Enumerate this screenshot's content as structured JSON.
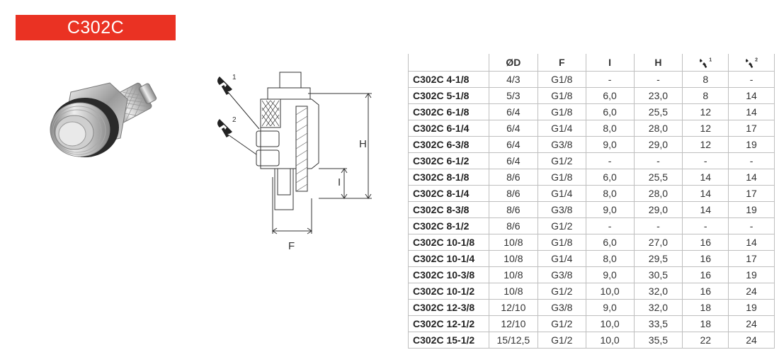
{
  "header": {
    "title": "C302C"
  },
  "drawing": {
    "label_h": "H",
    "label_i": "I",
    "label_f": "F",
    "wrench1_num": "1",
    "wrench2_num": "2"
  },
  "table": {
    "headers": [
      "ØD",
      "F",
      "I",
      "H",
      "1",
      "2"
    ],
    "rows": [
      [
        "C302C 4-1/8",
        "4/3",
        "G1/8",
        "-",
        "-",
        "8",
        "-"
      ],
      [
        "C302C 5-1/8",
        "5/3",
        "G1/8",
        "6,0",
        "23,0",
        "8",
        "14"
      ],
      [
        "C302C 6-1/8",
        "6/4",
        "G1/8",
        "6,0",
        "25,5",
        "12",
        "14"
      ],
      [
        "C302C 6-1/4",
        "6/4",
        "G1/4",
        "8,0",
        "28,0",
        "12",
        "17"
      ],
      [
        "C302C 6-3/8",
        "6/4",
        "G3/8",
        "9,0",
        "29,0",
        "12",
        "19"
      ],
      [
        "C302C 6-1/2",
        "6/4",
        "G1/2",
        "-",
        "-",
        "-",
        "-"
      ],
      [
        "C302C 8-1/8",
        "8/6",
        "G1/8",
        "6,0",
        "25,5",
        "14",
        "14"
      ],
      [
        "C302C 8-1/4",
        "8/6",
        "G1/4",
        "8,0",
        "28,0",
        "14",
        "17"
      ],
      [
        "C302C 8-3/8",
        "8/6",
        "G3/8",
        "9,0",
        "29,0",
        "14",
        "19"
      ],
      [
        "C302C 8-1/2",
        "8/6",
        "G1/2",
        "-",
        "-",
        "-",
        "-"
      ],
      [
        "C302C 10-1/8",
        "10/8",
        "G1/8",
        "6,0",
        "27,0",
        "16",
        "14"
      ],
      [
        "C302C 10-1/4",
        "10/8",
        "G1/4",
        "8,0",
        "29,5",
        "16",
        "17"
      ],
      [
        "C302C 10-3/8",
        "10/8",
        "G3/8",
        "9,0",
        "30,5",
        "16",
        "19"
      ],
      [
        "C302C 10-1/2",
        "10/8",
        "G1/2",
        "10,0",
        "32,0",
        "16",
        "24"
      ],
      [
        "C302C 12-3/8",
        "12/10",
        "G3/8",
        "9,0",
        "32,0",
        "18",
        "19"
      ],
      [
        "C302C 12-1/2",
        "12/10",
        "G1/2",
        "10,0",
        "33,5",
        "18",
        "24"
      ],
      [
        "C302C 15-1/2",
        "15/12,5",
        "G1/2",
        "10,0",
        "35,5",
        "22",
        "24"
      ]
    ]
  }
}
